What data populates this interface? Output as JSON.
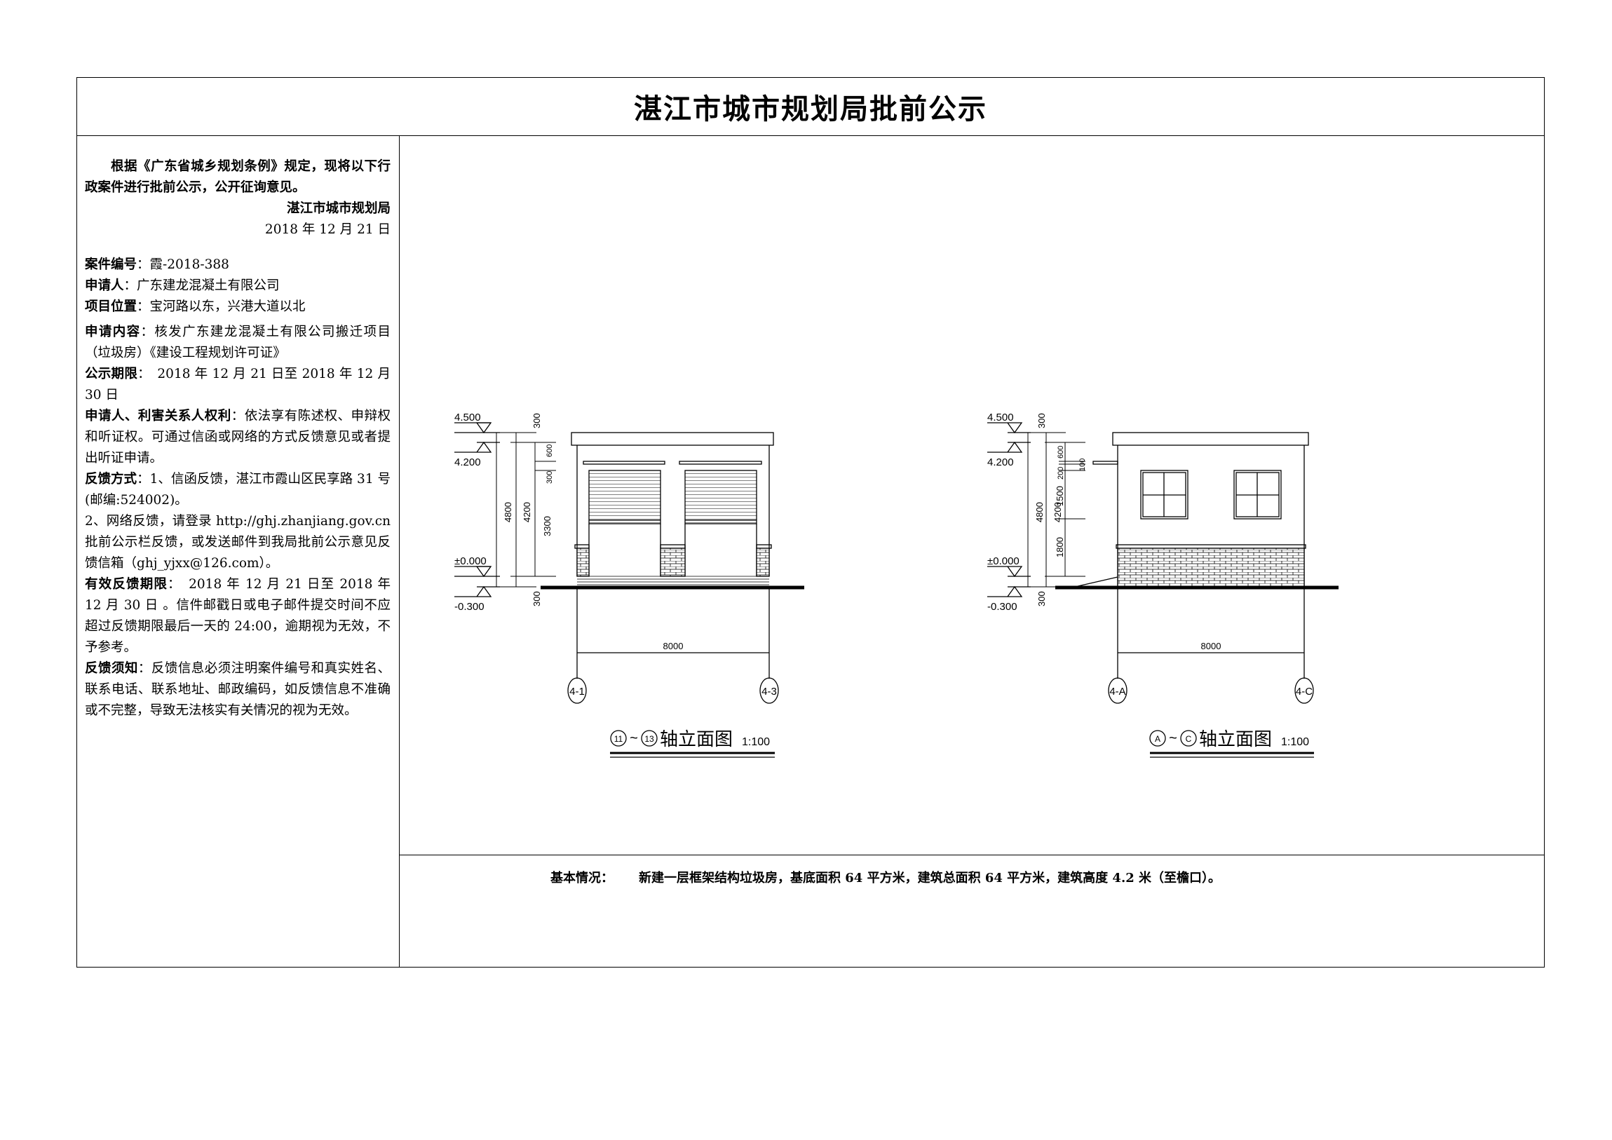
{
  "title": "湛江市城市规划局批前公示",
  "notice": {
    "intro": "根据《广东省城乡规划条例》规定，现将以下行政案件进行批前公示，公开征询意见。",
    "issuer": "湛江市城市规划局",
    "date": "2018 年 12 月 21 日",
    "fields": [
      {
        "label": "案件编号",
        "value": "：霞-2018-388"
      },
      {
        "label": "申请人",
        "value": "：广东建龙混凝土有限公司"
      },
      {
        "label": "项目位置",
        "value": "：宝河路以东，兴港大道以北"
      },
      {
        "label": "申请内容",
        "value": "：核发广东建龙混凝土有限公司搬迁项目（垃圾房）《建设工程规划许可证》"
      },
      {
        "label": "公示期限",
        "value": "：　2018 年 12 月 21 日至 2018 年 12 月 30 日"
      },
      {
        "label": "申请人、利害关系人权利",
        "value": "：依法享有陈述权、申辩权和听证权。可通过信函或网络的方式反馈意见或者提出听证申请。"
      },
      {
        "label": "反馈方式",
        "value": "：1、信函反馈，湛江市霞山区民享路 31 号(邮编:524002)。"
      }
    ],
    "feedback_web": "2、网络反馈，请登录 http://ghj.zhanjiang.gov.cn 批前公示栏反馈，或发送邮件到我局批前公示意见反馈信箱（ghj_yjxx@126.com）。",
    "fields2": [
      {
        "label": "有效反馈期限",
        "value": "：　2018 年 12 月 21 日至 2018 年 12 月 30 日 。信件邮戳日或电子邮件提交时间不应超过反馈期限最后一天的 24:00，逾期视为无效，不予参考。"
      },
      {
        "label": "反馈须知",
        "value": "：反馈信息必须注明案件编号和真实姓名、联系电话、联系地址、邮政编码，如反馈信息不准确或不完整，导致无法核实有关情况的视为无效。"
      }
    ]
  },
  "summary": {
    "label": "基本情况：",
    "text": "新建一层框架结构垃圾房，基底面积 64 平方米，建筑总面积 64 平方米，建筑高度 4.2 米（至檐口）。"
  },
  "drawings": [
    {
      "levels": [
        "4.500",
        "4.200",
        "±0.000",
        "-0.300"
      ],
      "dims_outer": [
        "300",
        "4800",
        "300"
      ],
      "dims_mid": [
        "4200"
      ],
      "dims_inner": [
        "300",
        "600",
        "3300"
      ],
      "width_dim": "8000",
      "axes": [
        "4-1",
        "4-3"
      ],
      "title_axes": [
        "11",
        "13"
      ],
      "title": "轴立面图",
      "scale": "1:100"
    },
    {
      "levels": [
        "4.500",
        "4.200",
        "±0.000",
        "-0.300"
      ],
      "dims_outer": [
        "300",
        "4800",
        "300"
      ],
      "dims_mid": [
        "4200"
      ],
      "dims_inner": [
        "600",
        "100",
        "200",
        "1500",
        "1800"
      ],
      "width_dim": "8000",
      "axes": [
        "4-A",
        "4-C"
      ],
      "title_axes": [
        "A",
        "C"
      ],
      "title": "轴立面图",
      "scale": "1:100"
    }
  ]
}
